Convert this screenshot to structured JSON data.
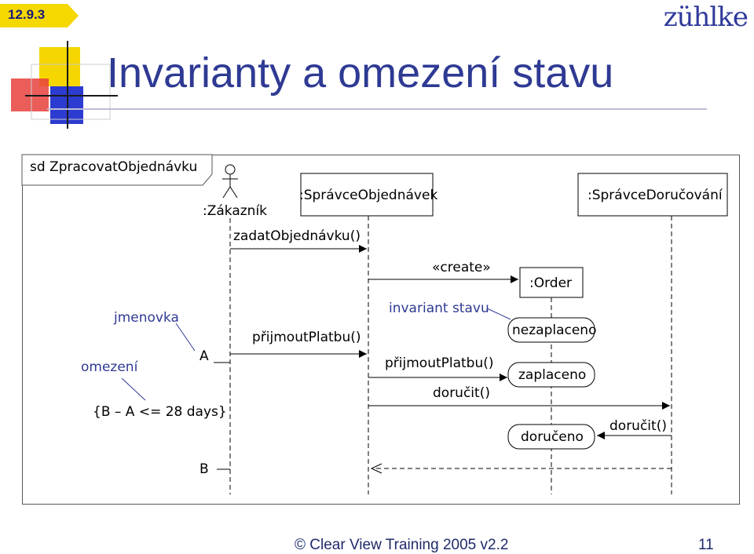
{
  "badge": {
    "text": "12.9.3"
  },
  "logo": {
    "text": "zühlke"
  },
  "title": "Invarianty a omezení stavu",
  "diagram": {
    "frame_label": "sd ZpracovatObjednávku",
    "lifelines": {
      "customer": ":Zákazník",
      "order_manager": ":SprávceObjednávek",
      "delivery_manager": ":SprávceDoručování",
      "order": ":Order"
    },
    "messages": {
      "submit_order": "zadatObjednávku()",
      "create": "«create»",
      "accept_payment_1": "přijmoutPlatbu()",
      "accept_payment_2": "přijmoutPlatbu()",
      "deliver_1": "doručit()",
      "deliver_2": "doručit()"
    },
    "states": {
      "unpaid": "nezaplaceno",
      "paid": "zaplaceno",
      "delivered": "doručeno"
    },
    "annotations": {
      "state_invariant": "invariant stavu",
      "name_tag": "jmenovka",
      "constraint": "omezení",
      "mark_a": "A",
      "mark_b": "B",
      "constraint_expr": "{B – A <= 28 days}"
    }
  },
  "footer": {
    "copyright": "© Clear View Training 2005 v2.2",
    "page": "11"
  }
}
